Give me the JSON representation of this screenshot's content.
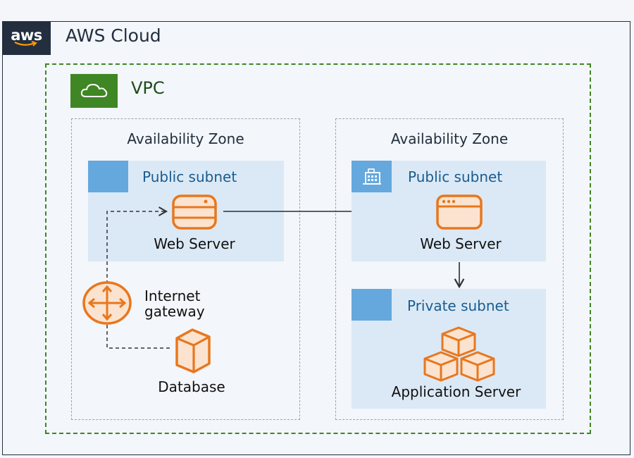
{
  "cloud": {
    "title": "AWS Cloud",
    "badge": "aws"
  },
  "vpc": {
    "title": "VPC"
  },
  "zones": [
    {
      "label": "Availability Zone"
    },
    {
      "label": "Availability Zone"
    }
  ],
  "subnets": {
    "left_public": "Public subnet",
    "right_public": "Public subnet",
    "right_private": "Private subnet"
  },
  "nodes": {
    "web_server_left": "Web Server",
    "web_server_right": "Web Server",
    "gateway_line1": "Internet",
    "gateway_line2": "gateway",
    "database": "Database",
    "app_server": "Application Server"
  },
  "colors": {
    "aws_dark": "#232f3e",
    "vpc_green": "#3f8624",
    "subnet_fill": "#dbe9f6",
    "subnet_accent": "#64a8dd",
    "resource_orange": "#e8771e"
  },
  "icons": {
    "vpc": "cloud-icon",
    "right_public_subnet": "building-icon",
    "web_server": "server-icon",
    "browser_server": "browser-window-icon",
    "gateway": "router-icon",
    "database": "box-icon",
    "app_server": "cubes-icon"
  }
}
